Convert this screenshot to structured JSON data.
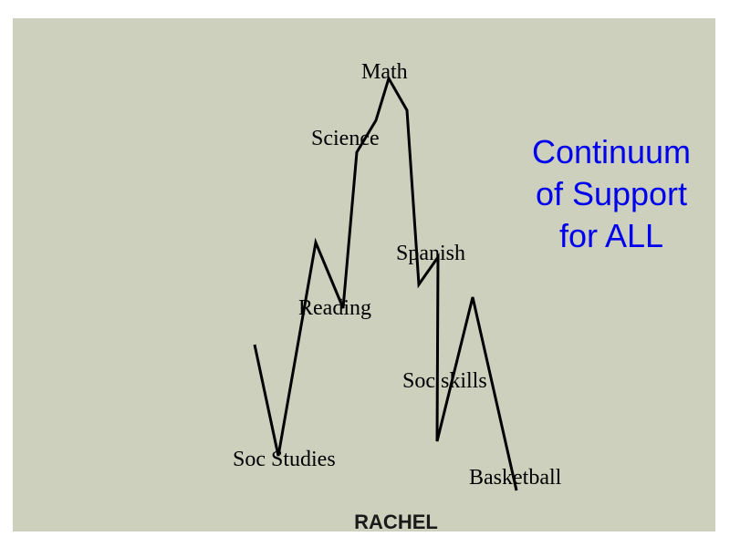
{
  "title": {
    "line1": "Continuum",
    "line2": "of Support",
    "line3": "for ALL"
  },
  "student_name": "RACHEL",
  "subjects": [
    "Math",
    "Science",
    "Spanish",
    "Reading",
    "Soc skills",
    "Soc Studies",
    "Basketball"
  ],
  "colors": {
    "background": "#ccd0bc",
    "title": "#0000ee",
    "line": "#000000"
  }
}
